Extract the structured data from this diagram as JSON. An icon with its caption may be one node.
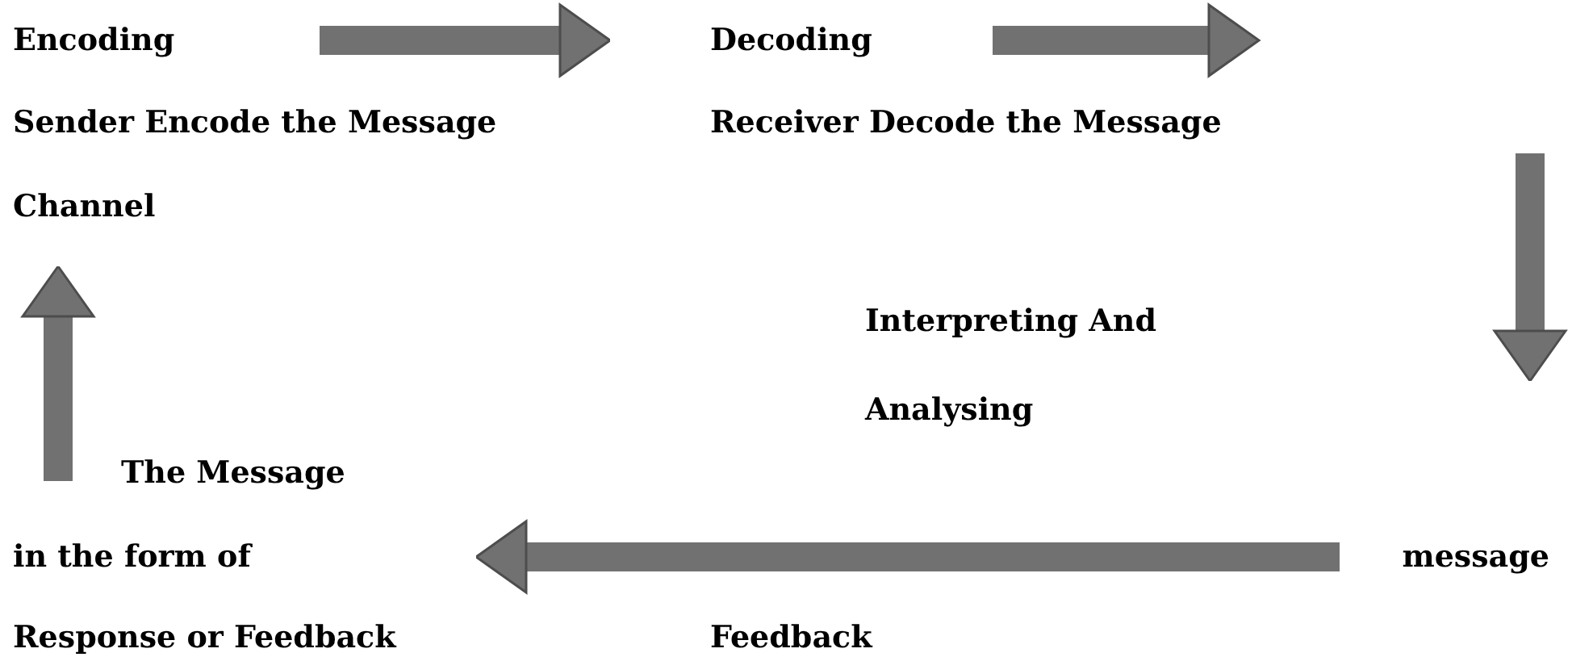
{
  "diagram": {
    "nodes": [
      {
        "text": [
          "Encoding"
        ]
      },
      {
        "text": [
          "Decoding"
        ]
      },
      {
        "text": [
          "Channel"
        ]
      },
      {
        "text": [
          "in the form of"
        ]
      },
      {
        "text": [
          "message"
        ]
      }
    ],
    "edges": [
      {
        "from": 0,
        "to": 1,
        "arrow": "to"
      },
      {
        "from": 1,
        "to": null,
        "arrow": "to"
      },
      {
        "from": null,
        "to": 4,
        "arrow": "to"
      },
      {
        "from": 4,
        "to": 3,
        "arrow": "to"
      },
      {
        "from": null,
        "to": 2,
        "arrow": "to"
      }
    ],
    "labels": [
      "Sender Encode the Message",
      "Receiver Decode the Message",
      "Interpreting And Analysing",
      "The Message",
      "Response or Feedback",
      "Feedback"
    ]
  }
}
